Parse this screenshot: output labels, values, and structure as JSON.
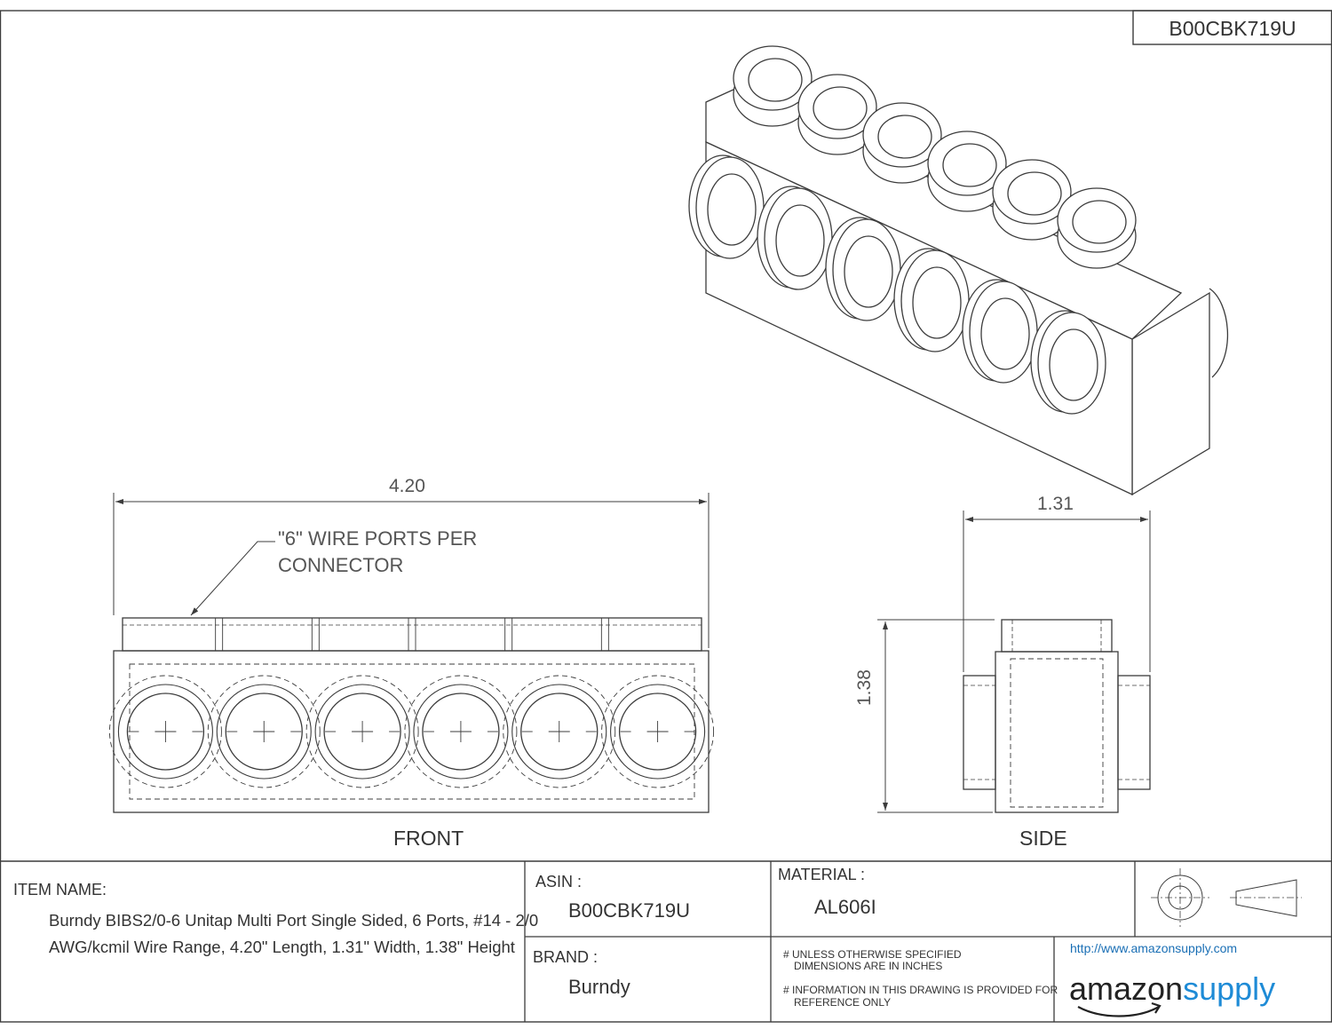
{
  "drawing": {
    "part_number_box": "B00CBK719U",
    "dimensions": {
      "length": "4.20",
      "width": "1.31",
      "height": "1.38"
    },
    "callout": {
      "line1": "\"6\" WIRE PORTS PER",
      "line2": "CONNECTOR"
    },
    "view_labels": {
      "front": "FRONT",
      "side": "SIDE"
    },
    "ports": 6
  },
  "title_block": {
    "item_name_label": "ITEM NAME:",
    "item_name_line1": "Burndy BIBS2/0-6 Unitap Multi Port Single Sided, 6 Ports, #14 - 2/0",
    "item_name_line2": "AWG/kcmil Wire Range, 4.20\" Length, 1.31\" Width, 1.38\" Height",
    "asin_label": "ASIN :",
    "asin_value": "B00CBK719U",
    "material_label": "MATERIAL :",
    "material_value": "AL606I",
    "brand_label": "BRAND :",
    "brand_value": "Burndy",
    "note1_line1": "# UNLESS OTHERWISE SPECIFIED",
    "note1_line2": "DIMENSIONS ARE IN INCHES",
    "note2_line1": "# INFORMATION IN THIS DRAWING IS PROVIDED FOR",
    "note2_line2": "REFERENCE ONLY",
    "url": "http://www.amazonsupply.com",
    "logo_word1": "amazon",
    "logo_word2": "supply"
  },
  "colors": {
    "line": "#3c3c3c",
    "logo_blue": "#1e8bd6",
    "url_blue": "#1a6fb5"
  }
}
